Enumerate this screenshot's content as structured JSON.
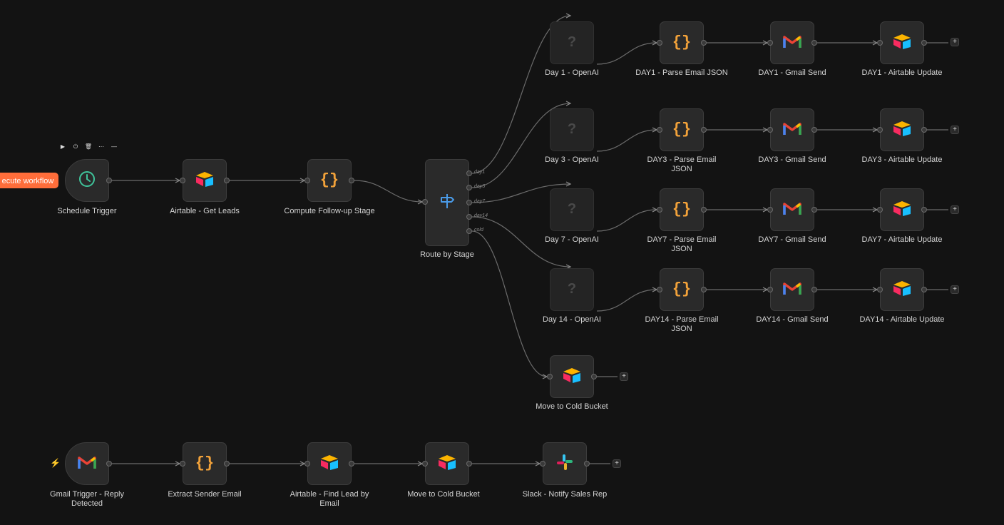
{
  "toolbar": {
    "execute_label": "ecute workflow",
    "tools": [
      {
        "icon": "play-icon",
        "glyph": "▶"
      },
      {
        "icon": "power-icon",
        "glyph": "⏻"
      },
      {
        "icon": "trash-icon",
        "glyph": "🗑"
      },
      {
        "icon": "more-icon",
        "glyph": "⋯"
      },
      {
        "icon": "minus-icon",
        "glyph": "—"
      }
    ]
  },
  "router_outputs": [
    "day1",
    "day3",
    "day7",
    "day14",
    "cold"
  ],
  "colors": {
    "canvas": "#131313",
    "node": "#2a2a2a",
    "accent": "#ff6d3a",
    "code": "#f2a23a",
    "schedule": "#3fc49b",
    "router": "#4a9be8"
  },
  "nodes": [
    {
      "id": "schedule",
      "label": "Schedule Trigger",
      "icon": "clock-icon"
    },
    {
      "id": "get_leads",
      "label": "Airtable - Get Leads",
      "icon": "airtable-icon"
    },
    {
      "id": "compute",
      "label": "Compute Follow-up Stage",
      "icon": "code-icon"
    },
    {
      "id": "router",
      "label": "Route by Stage",
      "icon": "signpost-icon"
    },
    {
      "id": "day1_ai",
      "label": "Day 1 - OpenAI",
      "icon": "question-icon"
    },
    {
      "id": "day1_parse",
      "label": "DAY1 - Parse Email JSON",
      "icon": "code-icon"
    },
    {
      "id": "day1_gmail",
      "label": "DAY1 - Gmail Send",
      "icon": "gmail-icon"
    },
    {
      "id": "day1_air",
      "label": "DAY1 - Airtable Update",
      "icon": "airtable-icon"
    },
    {
      "id": "day3_ai",
      "label": "Day 3 - OpenAI",
      "icon": "question-icon"
    },
    {
      "id": "day3_parse",
      "label": "DAY3 - Parse Email JSON",
      "icon": "code-icon"
    },
    {
      "id": "day3_gmail",
      "label": "DAY3 - Gmail Send",
      "icon": "gmail-icon"
    },
    {
      "id": "day3_air",
      "label": "DAY3 - Airtable Update",
      "icon": "airtable-icon"
    },
    {
      "id": "day7_ai",
      "label": "Day 7 - OpenAI",
      "icon": "question-icon"
    },
    {
      "id": "day7_parse",
      "label": "DAY7 - Parse Email JSON",
      "icon": "code-icon"
    },
    {
      "id": "day7_gmail",
      "label": "DAY7 - Gmail Send",
      "icon": "gmail-icon"
    },
    {
      "id": "day7_air",
      "label": "DAY7 - Airtable Update",
      "icon": "airtable-icon"
    },
    {
      "id": "day14_ai",
      "label": "Day 14 - OpenAI",
      "icon": "question-icon"
    },
    {
      "id": "day14_parse",
      "label": "DAY14 - Parse Email JSON",
      "icon": "code-icon"
    },
    {
      "id": "day14_gmail",
      "label": "DAY14 - Gmail Send",
      "icon": "gmail-icon"
    },
    {
      "id": "day14_air",
      "label": "DAY14 - Airtable Update",
      "icon": "airtable-icon"
    },
    {
      "id": "cold1",
      "label": "Move to Cold Bucket",
      "icon": "airtable-icon"
    },
    {
      "id": "gmail_trigger",
      "label": "Gmail Trigger - Reply Detected",
      "icon": "gmail-icon"
    },
    {
      "id": "extract",
      "label": "Extract Sender Email",
      "icon": "code-icon"
    },
    {
      "id": "find_lead",
      "label": "Airtable - Find Lead by Email",
      "icon": "airtable-icon"
    },
    {
      "id": "cold2",
      "label": "Move to Cold Bucket",
      "icon": "airtable-icon"
    },
    {
      "id": "slack",
      "label": "Slack - Notify Sales Rep",
      "icon": "slack-icon"
    }
  ]
}
